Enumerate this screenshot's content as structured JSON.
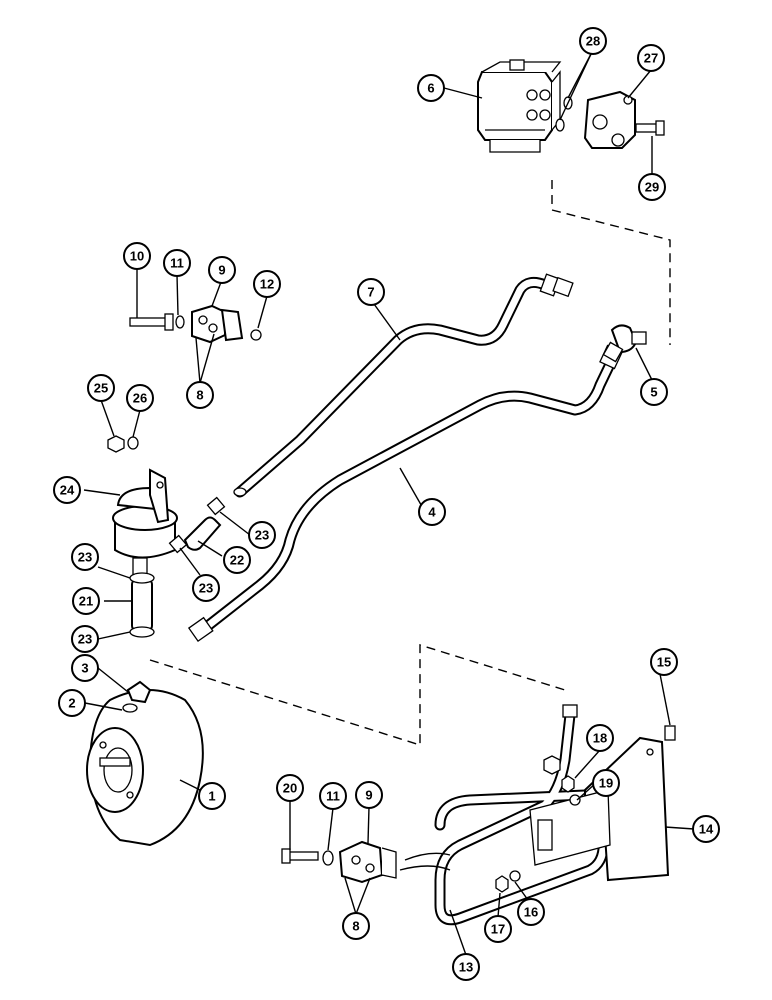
{
  "callouts": [
    {
      "id": "c1",
      "label": "1"
    },
    {
      "id": "c2",
      "label": "2"
    },
    {
      "id": "c3",
      "label": "3"
    },
    {
      "id": "c4",
      "label": "4"
    },
    {
      "id": "c5",
      "label": "5"
    },
    {
      "id": "c6",
      "label": "6"
    },
    {
      "id": "c7",
      "label": "7"
    },
    {
      "id": "c8a",
      "label": "8"
    },
    {
      "id": "c8b",
      "label": "8"
    },
    {
      "id": "c9a",
      "label": "9"
    },
    {
      "id": "c9b",
      "label": "9"
    },
    {
      "id": "c10",
      "label": "10"
    },
    {
      "id": "c11a",
      "label": "11"
    },
    {
      "id": "c11b",
      "label": "11"
    },
    {
      "id": "c12",
      "label": "12"
    },
    {
      "id": "c13",
      "label": "13"
    },
    {
      "id": "c14",
      "label": "14"
    },
    {
      "id": "c15",
      "label": "15"
    },
    {
      "id": "c16",
      "label": "16"
    },
    {
      "id": "c17",
      "label": "17"
    },
    {
      "id": "c18",
      "label": "18"
    },
    {
      "id": "c19",
      "label": "19"
    },
    {
      "id": "c20",
      "label": "20"
    },
    {
      "id": "c21",
      "label": "21"
    },
    {
      "id": "c22",
      "label": "22"
    },
    {
      "id": "c23a",
      "label": "23"
    },
    {
      "id": "c23b",
      "label": "23"
    },
    {
      "id": "c23c",
      "label": "23"
    },
    {
      "id": "c23d",
      "label": "23"
    },
    {
      "id": "c24",
      "label": "24"
    },
    {
      "id": "c25",
      "label": "25"
    },
    {
      "id": "c26",
      "label": "26"
    },
    {
      "id": "c27",
      "label": "27"
    },
    {
      "id": "c28",
      "label": "28"
    },
    {
      "id": "c29",
      "label": "29"
    }
  ]
}
